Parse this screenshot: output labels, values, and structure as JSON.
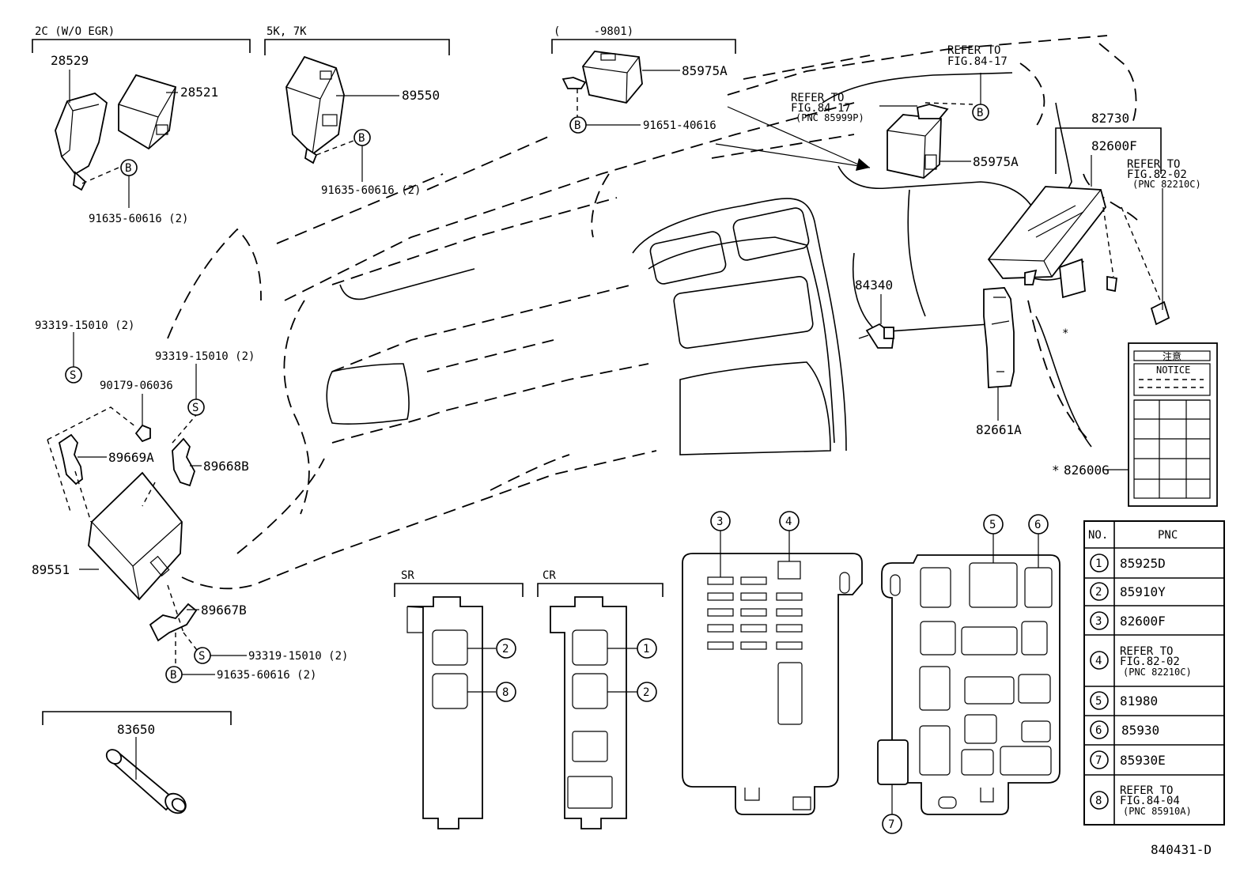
{
  "groups": {
    "g_2c": "2C (W/O EGR)",
    "g_5k7k": "5K, 7K",
    "g_9801": "(     -9801)",
    "g_sr": "SR",
    "g_cr": "CR"
  },
  "parts": {
    "p28529": "28529",
    "p28521": "28521",
    "p91635_a": "91635-60616 (2)",
    "p89550": "89550",
    "p91635_b": "91635-60616 (2)",
    "p85975a_top": "85975A",
    "p91651": "91651-40616",
    "p85975a_mid": "85975A",
    "p82730": "82730",
    "p82600f": "82600F",
    "p84340": "84340",
    "p82661a": "82661A",
    "p82600g": "82600G",
    "p82600g_star": "*",
    "p93319_a": "93319-15010 (2)",
    "p93319_b": "93319-15010 (2)",
    "p90179": "90179-06036",
    "p89669a": "89669A",
    "p89668b": "89668B",
    "p89551": "89551",
    "p89667b": "89667B",
    "p93319_c": "93319-15010 (2)",
    "p91635_c": "91635-60616 (2)",
    "p83650": "83650",
    "star_mark": "*"
  },
  "refs": {
    "r1_l1": "REFER TO",
    "r1_l2": "FIG.84-17",
    "r2_l1": "REFER TO",
    "r2_l2": "FIG.84-17",
    "r2_l3": "(PNC 85999P)",
    "r3_l1": "REFER TO",
    "r3_l2": "FIG.82-02",
    "r3_l3": "(PNC 82210C)"
  },
  "fasteners": {
    "b": "B",
    "s": "S"
  },
  "callouts": [
    "1",
    "2",
    "3",
    "4",
    "5",
    "6",
    "7",
    "8"
  ],
  "notice_label": {
    "title": "注意",
    "notice": "NOTICE"
  },
  "pnc_table": {
    "header_no": "NO.",
    "header_pnc": "PNC",
    "rows": [
      {
        "no": "1",
        "pnc": "85925D"
      },
      {
        "no": "2",
        "pnc": "85910Y"
      },
      {
        "no": "3",
        "pnc": "82600F"
      },
      {
        "no": "4",
        "l1": "REFER TO",
        "l2": "FIG.82-02",
        "l3": "(PNC 82210C)"
      },
      {
        "no": "5",
        "pnc": "81980"
      },
      {
        "no": "6",
        "pnc": "85930"
      },
      {
        "no": "7",
        "pnc": "85930E"
      },
      {
        "no": "8",
        "l1": "REFER TO",
        "l2": "FIG.84-04",
        "l3": "(PNC 85910A)"
      }
    ]
  },
  "figure_id": "840431-D"
}
